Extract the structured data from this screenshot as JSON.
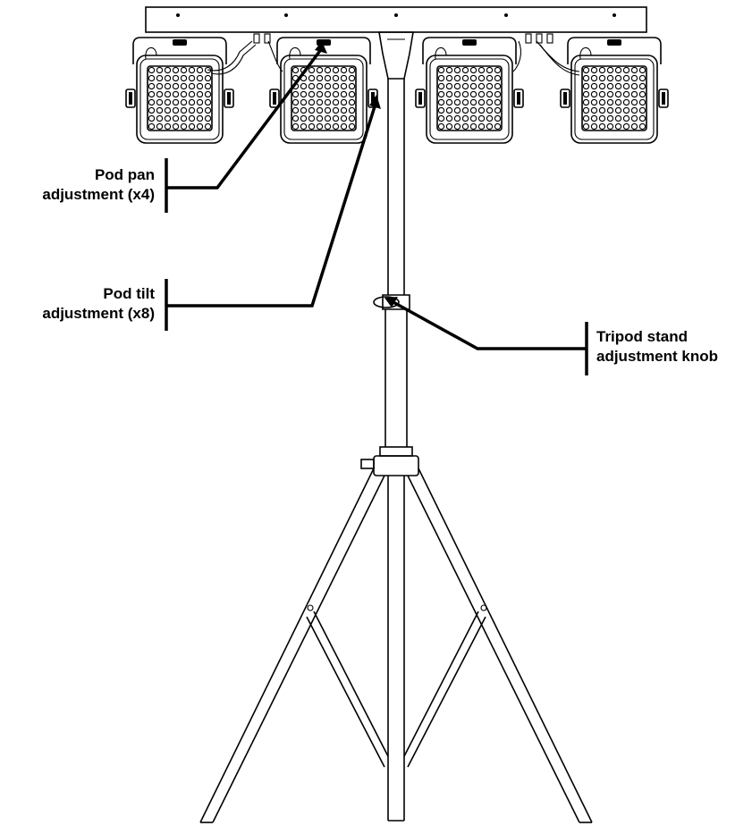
{
  "labels": {
    "pan": {
      "line1": "Pod pan",
      "line2": "adjustment (x4)"
    },
    "tilt": {
      "line1": "Pod tilt",
      "line2": "adjustment (x8)"
    },
    "knob": {
      "line1": "Tripod stand",
      "line2": "adjustment knob"
    }
  },
  "pod_count": 4,
  "led_grid": {
    "rows": 8,
    "cols": 8
  }
}
